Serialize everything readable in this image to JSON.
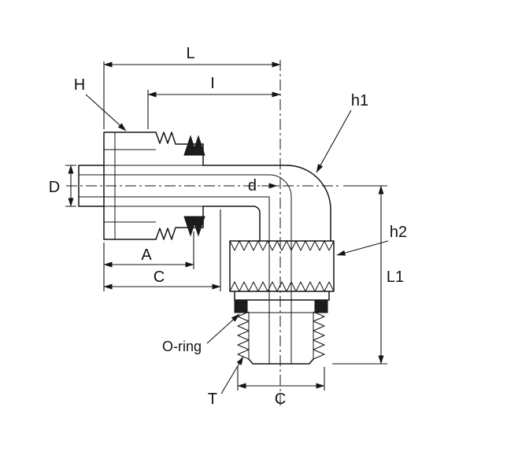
{
  "colors": {
    "background": "#ffffff",
    "line": "#141414",
    "text": "#111111"
  },
  "diagram": {
    "subject": "90-degree elbow tube fitting technical drawing",
    "labels": {
      "L": "L",
      "I": "I",
      "H": "H",
      "h1": "h1",
      "D": "D",
      "d": "d",
      "A": "A",
      "C_side": "C",
      "h2": "h2",
      "L1": "L1",
      "O_ring": "O-ring",
      "T": "T",
      "C_bottom": "C"
    }
  }
}
